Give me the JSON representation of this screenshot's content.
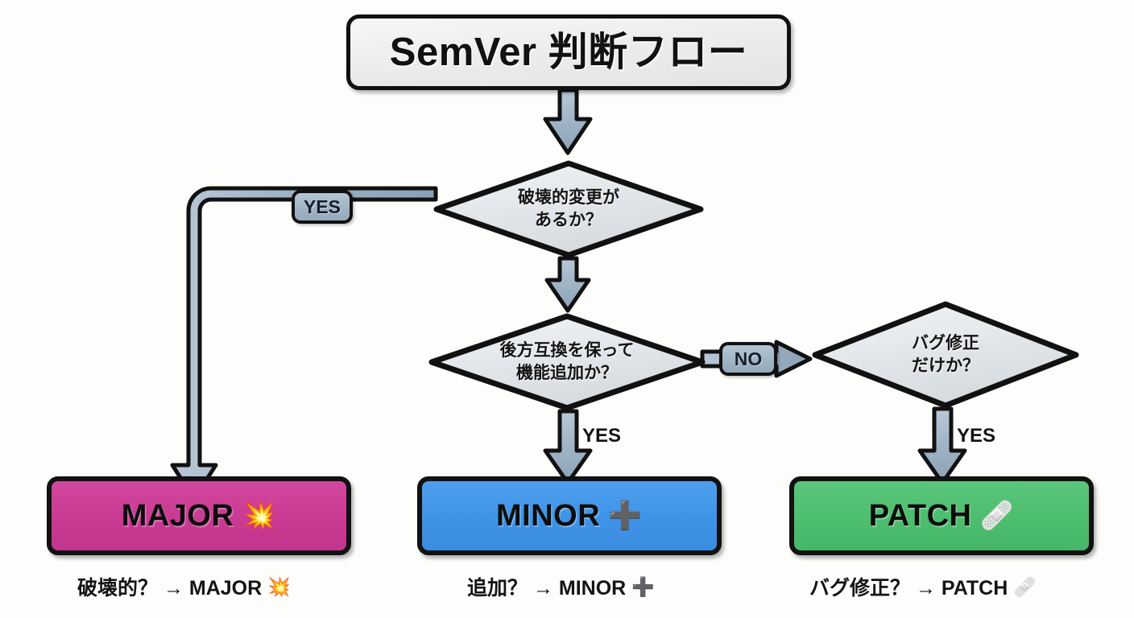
{
  "diagram": {
    "title": "SemVer 判断フロー",
    "background_color": "#fdfdfb",
    "arrow_color": "#9fb3c4",
    "outline_color": "#111111"
  },
  "title_node": {
    "label": "SemVer 判断フロー"
  },
  "decisions": [
    {
      "id": "breaking-change",
      "line1": "破壊的変更が",
      "line2": "あるか？"
    },
    {
      "id": "backward-compatible-feature",
      "line1": "後方互換を保って",
      "line2": "機能追加か？"
    },
    {
      "id": "bugfix-only",
      "line1": "バグ修正",
      "line2": "だけか？"
    }
  ],
  "edge_labels": {
    "yes_to_major": "YES",
    "no_to_bugfix": "NO",
    "yes_to_minor": "YES",
    "yes_to_patch": "YES"
  },
  "results": [
    {
      "id": "major",
      "label": "MAJOR",
      "emoji": "💥",
      "color": "#c93b93"
    },
    {
      "id": "minor",
      "label": "MINOR",
      "emoji": "➕",
      "color": "#3f93e6"
    },
    {
      "id": "patch",
      "label": "PATCH",
      "emoji": "🩹",
      "color": "#4dbd6e"
    }
  ],
  "captions": [
    {
      "id": "major",
      "text": "破壊的？ → MAJOR",
      "emoji": "💥"
    },
    {
      "id": "minor",
      "text": "追加？ → MINOR",
      "emoji": "➕"
    },
    {
      "id": "patch",
      "text": "バグ修正？ → PATCH",
      "emoji": "🩹"
    }
  ]
}
